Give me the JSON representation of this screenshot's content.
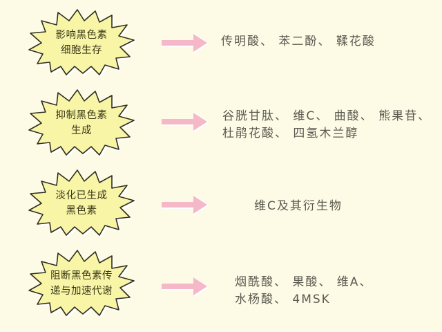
{
  "background_color": "#fdfbe6",
  "burst_color": "#f9f5a6",
  "arrow_color": "#f5b8c8",
  "rows": [
    {
      "label_lines": [
        "影响黑色素",
        "细胞生存"
      ],
      "arrow_icon": "right-arrow-icon",
      "description_lines": [
        "传明酸、 苯二酚、 鞣花酸"
      ]
    },
    {
      "label_lines": [
        "抑制黑色素",
        "生成"
      ],
      "arrow_icon": "right-arrow-icon",
      "description_lines": [
        "谷胱甘肽、 维C、 曲酸、 熊果苷、",
        "杜鹃花酸、 四氢木兰醇"
      ]
    },
    {
      "label_lines": [
        "淡化已生成",
        "黑色素"
      ],
      "arrow_icon": "right-arrow-icon",
      "description_lines": [
        "维C及其衍生物"
      ]
    },
    {
      "label_lines": [
        "阻断黑色素传",
        "递与加速代谢"
      ],
      "arrow_icon": "right-arrow-icon",
      "description_lines": [
        "烟酰酸、 果酸、 维A、",
        "水杨酸、 4MSK"
      ]
    }
  ]
}
